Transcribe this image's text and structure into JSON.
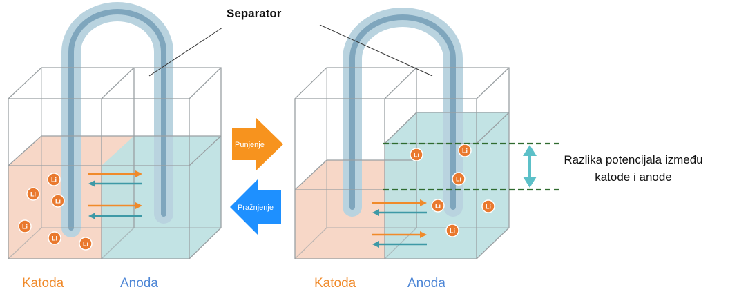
{
  "separator_label": "Separator",
  "left_cell": {
    "cathode_label": "Katoda",
    "anode_label": "Anoda"
  },
  "right_cell": {
    "cathode_label": "Katoda",
    "anode_label": "Anoda"
  },
  "charge_label": "Punjenje",
  "discharge_label": "Pražnjenje",
  "potential_label_line1": "Razlika potencijala između",
  "potential_label_line2": "katode i anode",
  "ion_label": "Li",
  "colors": {
    "cathode_fill": "#f7d5c4",
    "anode_fill": "#bfe1e3",
    "separator_outer": "#b9d3df",
    "separator_inner": "#7fa6bd",
    "ion": "#e9792e",
    "arrow_orange": "#f08a2a",
    "arrow_teal": "#3e99a6",
    "charge_arrow": "#f7931e",
    "discharge_arrow": "#1e90ff",
    "dashed_line": "#2f6b2f",
    "potential_arrow": "#5cc0c8"
  }
}
